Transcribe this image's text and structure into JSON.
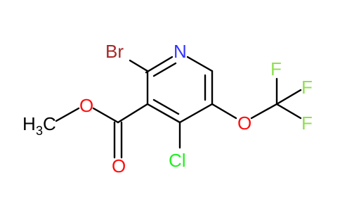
{
  "molecule": {
    "atoms": {
      "br": "Br",
      "n": "N",
      "cl": "Cl",
      "o_ether": "O",
      "o_carbonyl": "O",
      "o_ester": "O",
      "f1": "F",
      "f2": "F",
      "f3": "F",
      "methyl_h": "H",
      "methyl_sub": "3",
      "methyl_c": "C"
    },
    "colors": {
      "carbon_bond": "#000000",
      "nitrogen": "#3333ff",
      "oxygen": "#ff0d0d",
      "chlorine": "#1ff01f",
      "bromine": "#a62929",
      "fluorine": "#90e050"
    }
  }
}
